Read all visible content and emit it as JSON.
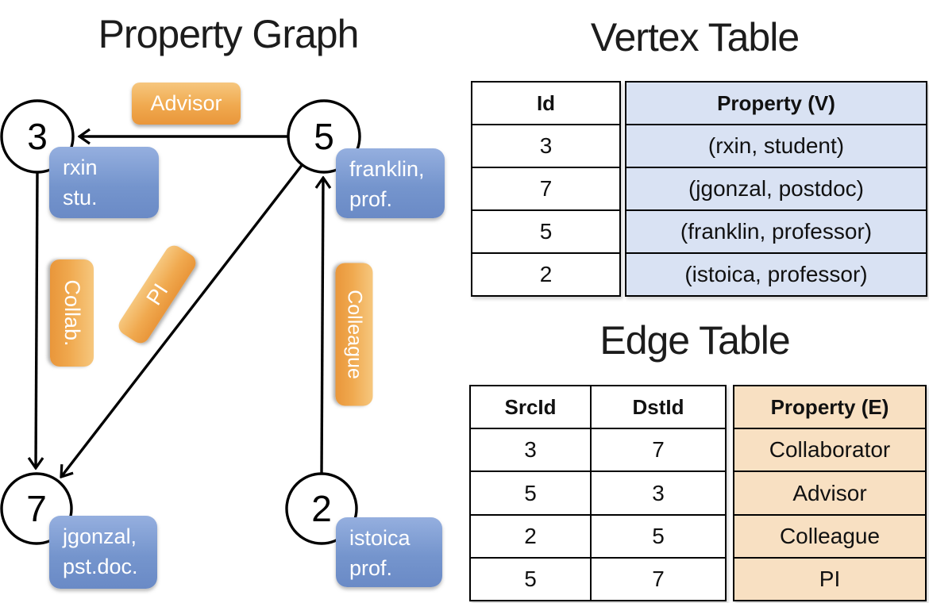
{
  "graph": {
    "title": "Property Graph",
    "nodes": [
      {
        "id": "3",
        "label_line1": "rxin",
        "label_line2": "stu."
      },
      {
        "id": "5",
        "label_line1": "franklin,",
        "label_line2": "prof."
      },
      {
        "id": "7",
        "label_line1": "jgonzal,",
        "label_line2": "pst.doc."
      },
      {
        "id": "2",
        "label_line1": "istoica",
        "label_line2": "prof."
      }
    ],
    "edges": [
      {
        "from": "5",
        "to": "3",
        "label": "Advisor"
      },
      {
        "from": "3",
        "to": "7",
        "label": "Collab."
      },
      {
        "from": "5",
        "to": "7",
        "label": "PI"
      },
      {
        "from": "2",
        "to": "5",
        "label": "Colleague"
      }
    ]
  },
  "vertex_table": {
    "title": "Vertex Table",
    "columns": {
      "id": "Id",
      "property": "Property (V)"
    },
    "rows": [
      {
        "id": "3",
        "property": "(rxin, student)"
      },
      {
        "id": "7",
        "property": "(jgonzal, postdoc)"
      },
      {
        "id": "5",
        "property": "(franklin, professor)"
      },
      {
        "id": "2",
        "property": "(istoica, professor)"
      }
    ]
  },
  "edge_table": {
    "title": "Edge Table",
    "columns": {
      "src": "SrcId",
      "dst": "DstId",
      "property": "Property (E)"
    },
    "rows": [
      {
        "src": "3",
        "dst": "7",
        "property": "Collaborator"
      },
      {
        "src": "5",
        "dst": "3",
        "property": "Advisor"
      },
      {
        "src": "2",
        "dst": "5",
        "property": "Colleague"
      },
      {
        "src": "5",
        "dst": "7",
        "property": "PI"
      }
    ]
  },
  "colors": {
    "edge_label_orange": "#EFA64C",
    "vertex_box_blue": "#7B9CD4",
    "vertex_cell_bg": "#D9E2F3",
    "edge_cell_bg": "#F8E0C2",
    "line": "#000000"
  }
}
